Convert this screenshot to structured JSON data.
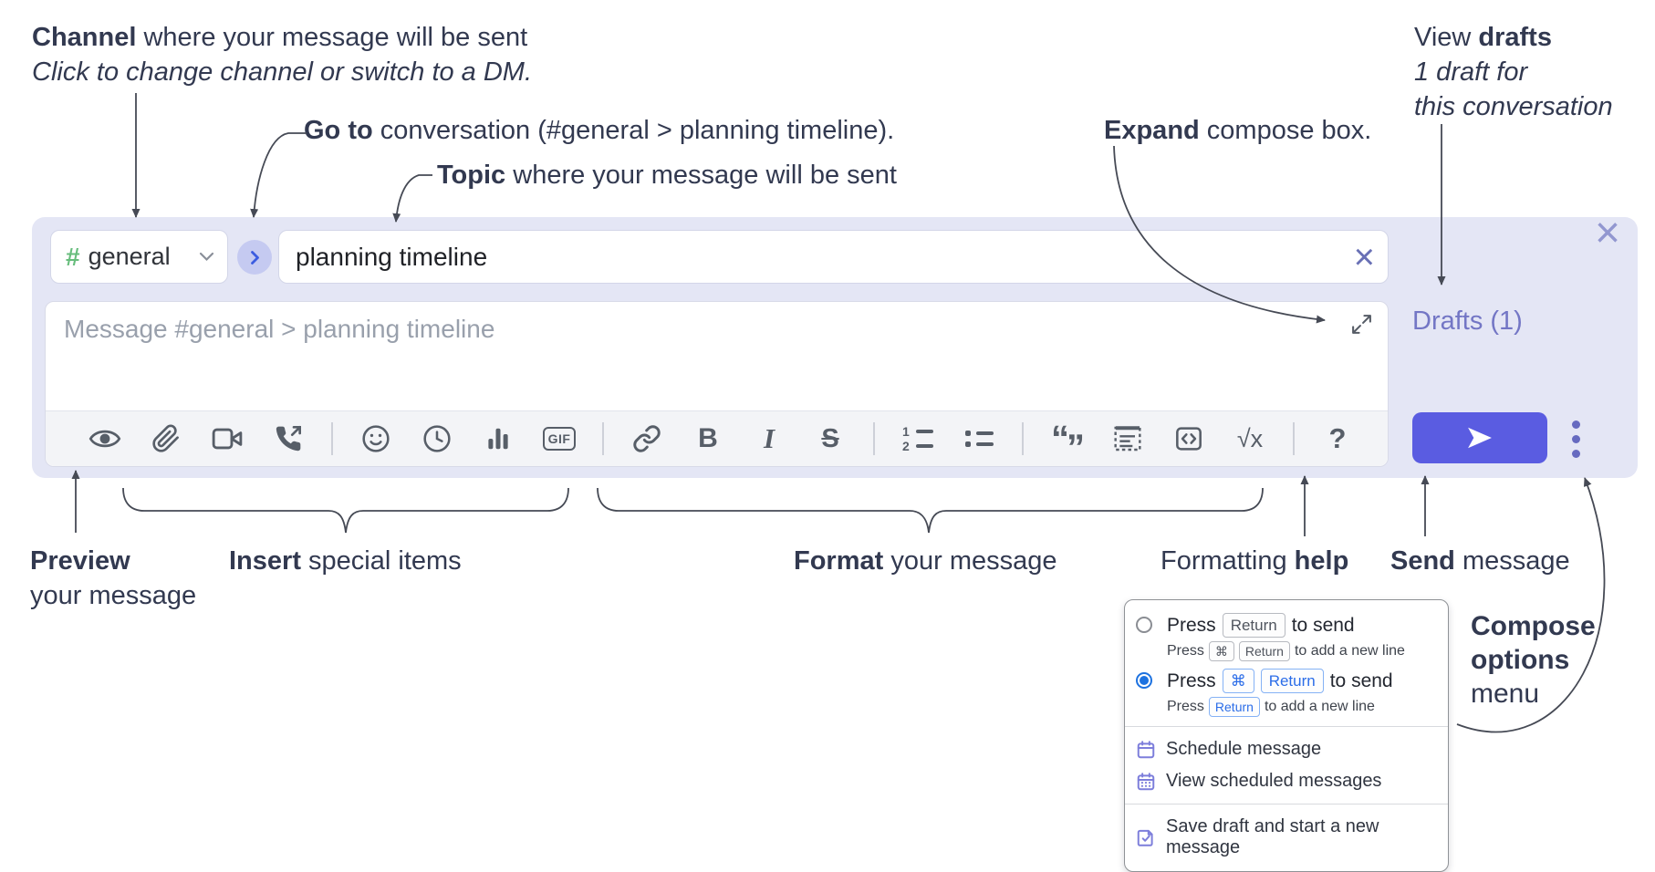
{
  "colors": {
    "text": "#323950",
    "lavender": "#e4e6f5",
    "send": "#5a5ce1",
    "drafts": "#7376c5",
    "hash": "#67bd7c",
    "icon": "#575e68",
    "radiosel": "#1d72e0",
    "kbdblue": "#2b6de8",
    "menuicon": "#7d7edb",
    "chevblue": "#3c5ce0"
  },
  "annotations": {
    "channel": {
      "bold": "Channel",
      "rest": " where your message will be sent",
      "line2": "Click to change channel or switch to a DM."
    },
    "goto": {
      "bold": "Go to",
      "rest": " conversation (#general > planning timeline)."
    },
    "topic": {
      "bold": "Topic",
      "rest": " where your message will be sent"
    },
    "expand": {
      "bold": "Expand",
      "rest": " compose box."
    },
    "drafts": {
      "pre": "View ",
      "bold": "drafts",
      "line2": "1 draft for",
      "line3": "this conversation"
    },
    "preview": {
      "bold": "Preview",
      "line2": "your message"
    },
    "insert": {
      "bold": "Insert",
      "rest": " special items"
    },
    "format": {
      "bold": "Format",
      "rest": " your message"
    },
    "help": {
      "pre": "Formatting ",
      "bold": "help"
    },
    "send": {
      "bold": "Send",
      "rest": " message"
    },
    "compose_options": {
      "bold1": "Compose",
      "bold2": "options",
      "line3": "menu"
    }
  },
  "compose": {
    "channel": {
      "hash": "#",
      "name": "general"
    },
    "topic_value": "planning timeline",
    "clear_x": "×",
    "close_x": "×",
    "message_placeholder": "Message #general > planning timeline",
    "drafts_link": "Drafts (1)",
    "toolbar_glyphs": {
      "bold": "B",
      "italic": "I",
      "strike": "S",
      "gif": "GIF",
      "quote_open": "“",
      "quote_close": "”",
      "ol_1": "1",
      "ol_2": "2",
      "math_root": "√x",
      "help": "?"
    }
  },
  "menu": {
    "opt1": {
      "press": "Press",
      "kbd1": "Return",
      "after": "to send",
      "sub_press": "Press",
      "sub_kbd1": "⌘",
      "sub_kbd2": "Return",
      "sub_after": "to add a new line"
    },
    "opt2": {
      "press": "Press",
      "kbd1": "⌘",
      "kbd2": "Return",
      "after": "to send",
      "sub_press": "Press",
      "sub_kbd1": "Return",
      "sub_after": "to add a new line"
    },
    "items": {
      "schedule": "Schedule message",
      "view_scheduled": "View scheduled messages",
      "save_draft": "Save draft and start a new message"
    }
  }
}
